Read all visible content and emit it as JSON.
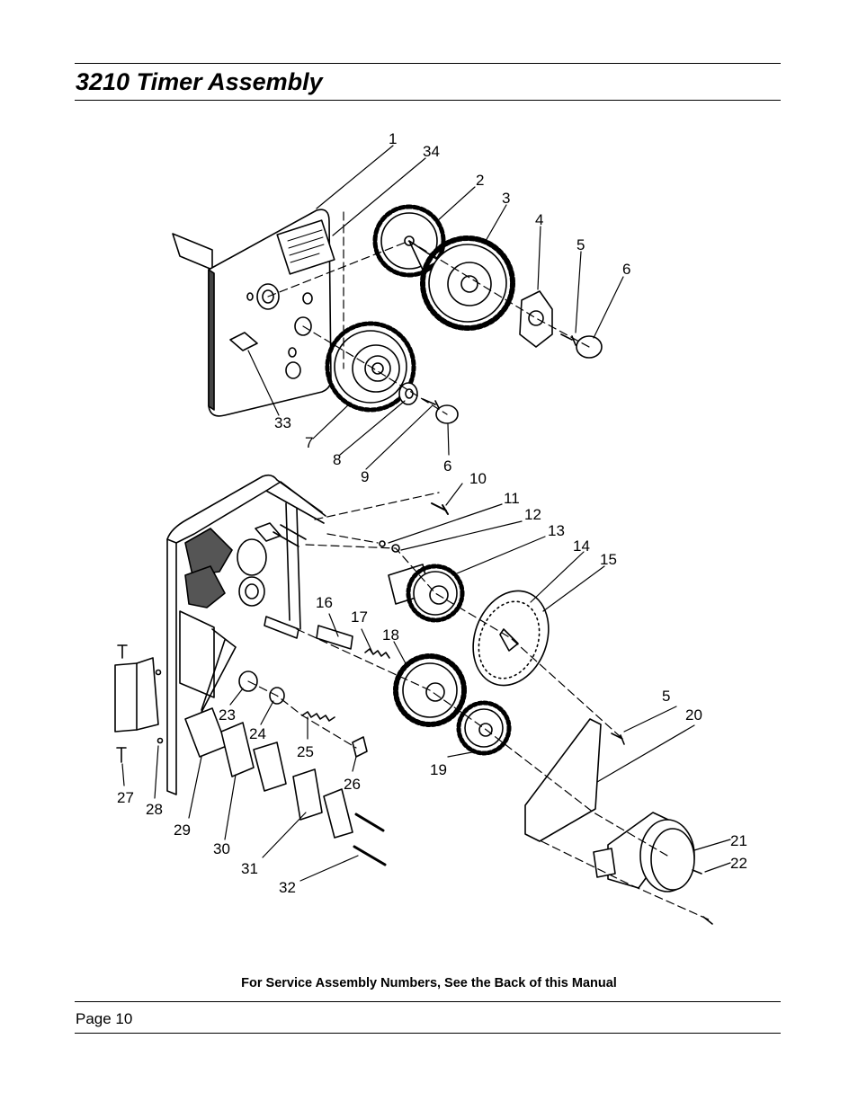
{
  "page": {
    "title": "3210 Timer Assembly",
    "footnote": "For Service Assembly Numbers, See the Back of this Manual",
    "page_label": "Page 10"
  },
  "diagram": {
    "callouts": [
      "1",
      "34",
      "2",
      "3",
      "4",
      "5",
      "6",
      "33",
      "7",
      "8",
      "9",
      "6",
      "10",
      "11",
      "12",
      "13",
      "14",
      "15",
      "16",
      "17",
      "18",
      "5",
      "20",
      "23",
      "24",
      "25",
      "26",
      "19",
      "27",
      "28",
      "29",
      "30",
      "31",
      "32",
      "21",
      "22"
    ]
  },
  "colors": {
    "ink": "#000000",
    "paper": "#ffffff",
    "shade": "#8c8c8c"
  }
}
